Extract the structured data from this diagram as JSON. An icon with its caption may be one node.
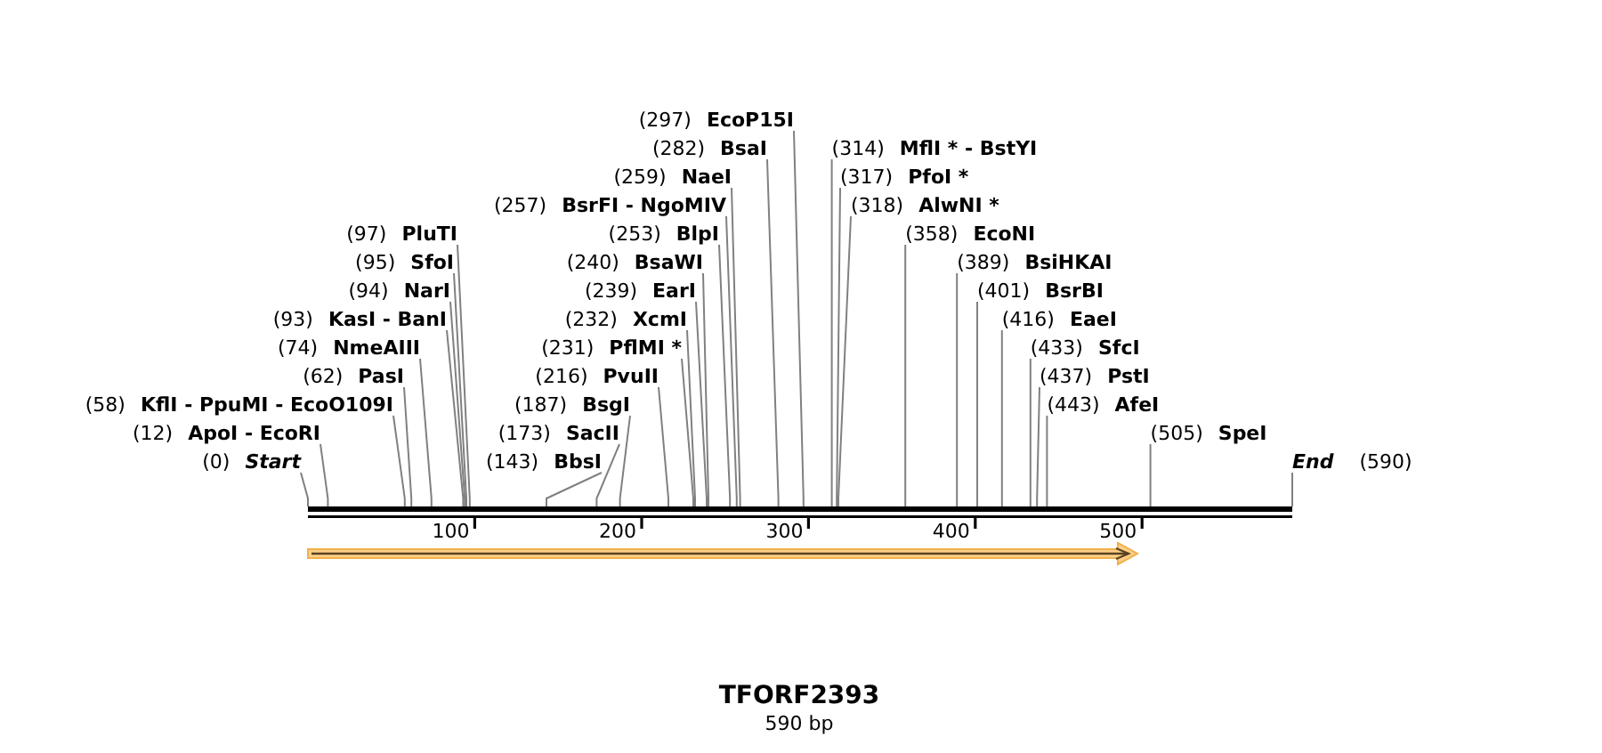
{
  "diagram": {
    "title": "TFORF2393",
    "caption": "590 bp",
    "nodes": [
      {
        "text": [
          "(297)",
          "EcoP15I"
        ]
      },
      {
        "text": [
          "(282)",
          "BsaI"
        ]
      },
      {
        "text": [
          "(259)",
          "NaeI"
        ]
      },
      {
        "text": [
          "(257)",
          "BsrFI - NgoMIV"
        ]
      },
      {
        "text": [
          "(97)",
          "PluTI"
        ]
      },
      {
        "text": [
          "(253)",
          "BlpI"
        ]
      },
      {
        "text": [
          "(95)",
          "SfoI"
        ]
      },
      {
        "text": [
          "(240)",
          "BsaWI"
        ]
      },
      {
        "text": [
          "(94)",
          "NarI"
        ]
      },
      {
        "text": [
          "(239)",
          "EarI"
        ]
      },
      {
        "text": [
          "(416)",
          "EaeI"
        ]
      },
      {
        "text": [
          "(93)",
          "KasI - BanI"
        ]
      },
      {
        "text": [
          "(232)",
          "XcmI"
        ]
      },
      {
        "text": [
          "(401)",
          "BsrBI"
        ]
      },
      {
        "text": [
          "(231)",
          "PflMI *"
        ]
      },
      {
        "text": [
          "(389)",
          "BsiHKAI"
        ]
      },
      {
        "text": [
          "(74)",
          "NmeAIII"
        ]
      },
      {
        "text": [
          "(216)",
          "PvuII"
        ]
      },
      {
        "text": [
          "(62)",
          "PasI"
        ]
      },
      {
        "text": [
          "(358)",
          "EcoNI"
        ]
      },
      {
        "text": [
          "(505)",
          "SpeI"
        ]
      },
      {
        "text": [
          "(58)",
          "KflI - PpuMI - EcoO109I"
        ]
      },
      {
        "text": [
          "(187)",
          "BsgI"
        ]
      },
      {
        "text": [
          "(318)",
          "AlwNI *"
        ]
      },
      {
        "text": [
          "(443)",
          "AfeI"
        ]
      },
      {
        "text": [
          "(173)",
          "SacII"
        ]
      },
      {
        "text": [
          "(12)",
          "ApoI - EcoRI"
        ]
      },
      {
        "text": [
          "(317)",
          "PfoI *"
        ]
      },
      {
        "text": [
          "(437)",
          "PstI"
        ]
      },
      {
        "text": [
          "(0)",
          "Start"
        ]
      },
      {
        "text": [
          "(143)",
          "BbsI"
        ]
      },
      {
        "text": [
          "(314)",
          "MflI * - BstYI"
        ]
      },
      {
        "text": [
          "(433)",
          "SfcI"
        ]
      },
      {
        "text": [
          "End",
          "(590)"
        ]
      },
      {
        "text": [],
        "shape": "bar"
      }
    ],
    "edges": [
      {
        "from": 0,
        "to": 34,
        "arrow": "none"
      },
      {
        "from": 1,
        "to": 34,
        "arrow": "none"
      },
      {
        "from": 2,
        "to": 34,
        "arrow": "none"
      },
      {
        "from": 3,
        "to": 34,
        "arrow": "none"
      },
      {
        "from": 4,
        "to": 34,
        "arrow": "none"
      },
      {
        "from": 5,
        "to": 34,
        "arrow": "none"
      },
      {
        "from": 6,
        "to": 34,
        "arrow": "none"
      },
      {
        "from": 7,
        "to": 34,
        "arrow": "none"
      },
      {
        "from": 8,
        "to": 34,
        "arrow": "none"
      },
      {
        "from": 9,
        "to": 34,
        "arrow": "none"
      },
      {
        "from": 10,
        "to": 34,
        "arrow": "none"
      },
      {
        "from": 11,
        "to": 34,
        "arrow": "none"
      },
      {
        "from": 12,
        "to": 34,
        "arrow": "none"
      },
      {
        "from": 13,
        "to": 34,
        "arrow": "none"
      },
      {
        "from": 14,
        "to": 34,
        "arrow": "none"
      },
      {
        "from": 15,
        "to": 34,
        "arrow": "none"
      },
      {
        "from": 16,
        "to": 34,
        "arrow": "none"
      },
      {
        "from": 17,
        "to": 34,
        "arrow": "none"
      },
      {
        "from": 18,
        "to": 34,
        "arrow": "none"
      },
      {
        "from": 19,
        "to": 34,
        "arrow": "none"
      },
      {
        "from": 20,
        "to": 34,
        "arrow": "none"
      },
      {
        "from": 21,
        "to": 34,
        "arrow": "none"
      },
      {
        "from": 22,
        "to": 34,
        "arrow": "none"
      },
      {
        "from": 23,
        "to": 34,
        "arrow": "none"
      },
      {
        "from": 24,
        "to": 34,
        "arrow": "none"
      },
      {
        "from": 25,
        "to": 34,
        "arrow": "none"
      },
      {
        "from": 26,
        "to": 34,
        "arrow": "none"
      },
      {
        "from": 27,
        "to": 34,
        "arrow": "none"
      },
      {
        "from": 28,
        "to": 34,
        "arrow": "none"
      },
      {
        "from": 29,
        "to": 34,
        "arrow": "none"
      },
      {
        "from": 30,
        "to": 34,
        "arrow": "none"
      },
      {
        "from": 31,
        "to": 34,
        "arrow": "none"
      },
      {
        "from": 32,
        "to": 34,
        "arrow": "none"
      },
      {
        "from": 33,
        "to": 34,
        "arrow": "none"
      }
    ],
    "labels": [
      "100",
      "200",
      "300",
      "400",
      "500"
    ]
  }
}
